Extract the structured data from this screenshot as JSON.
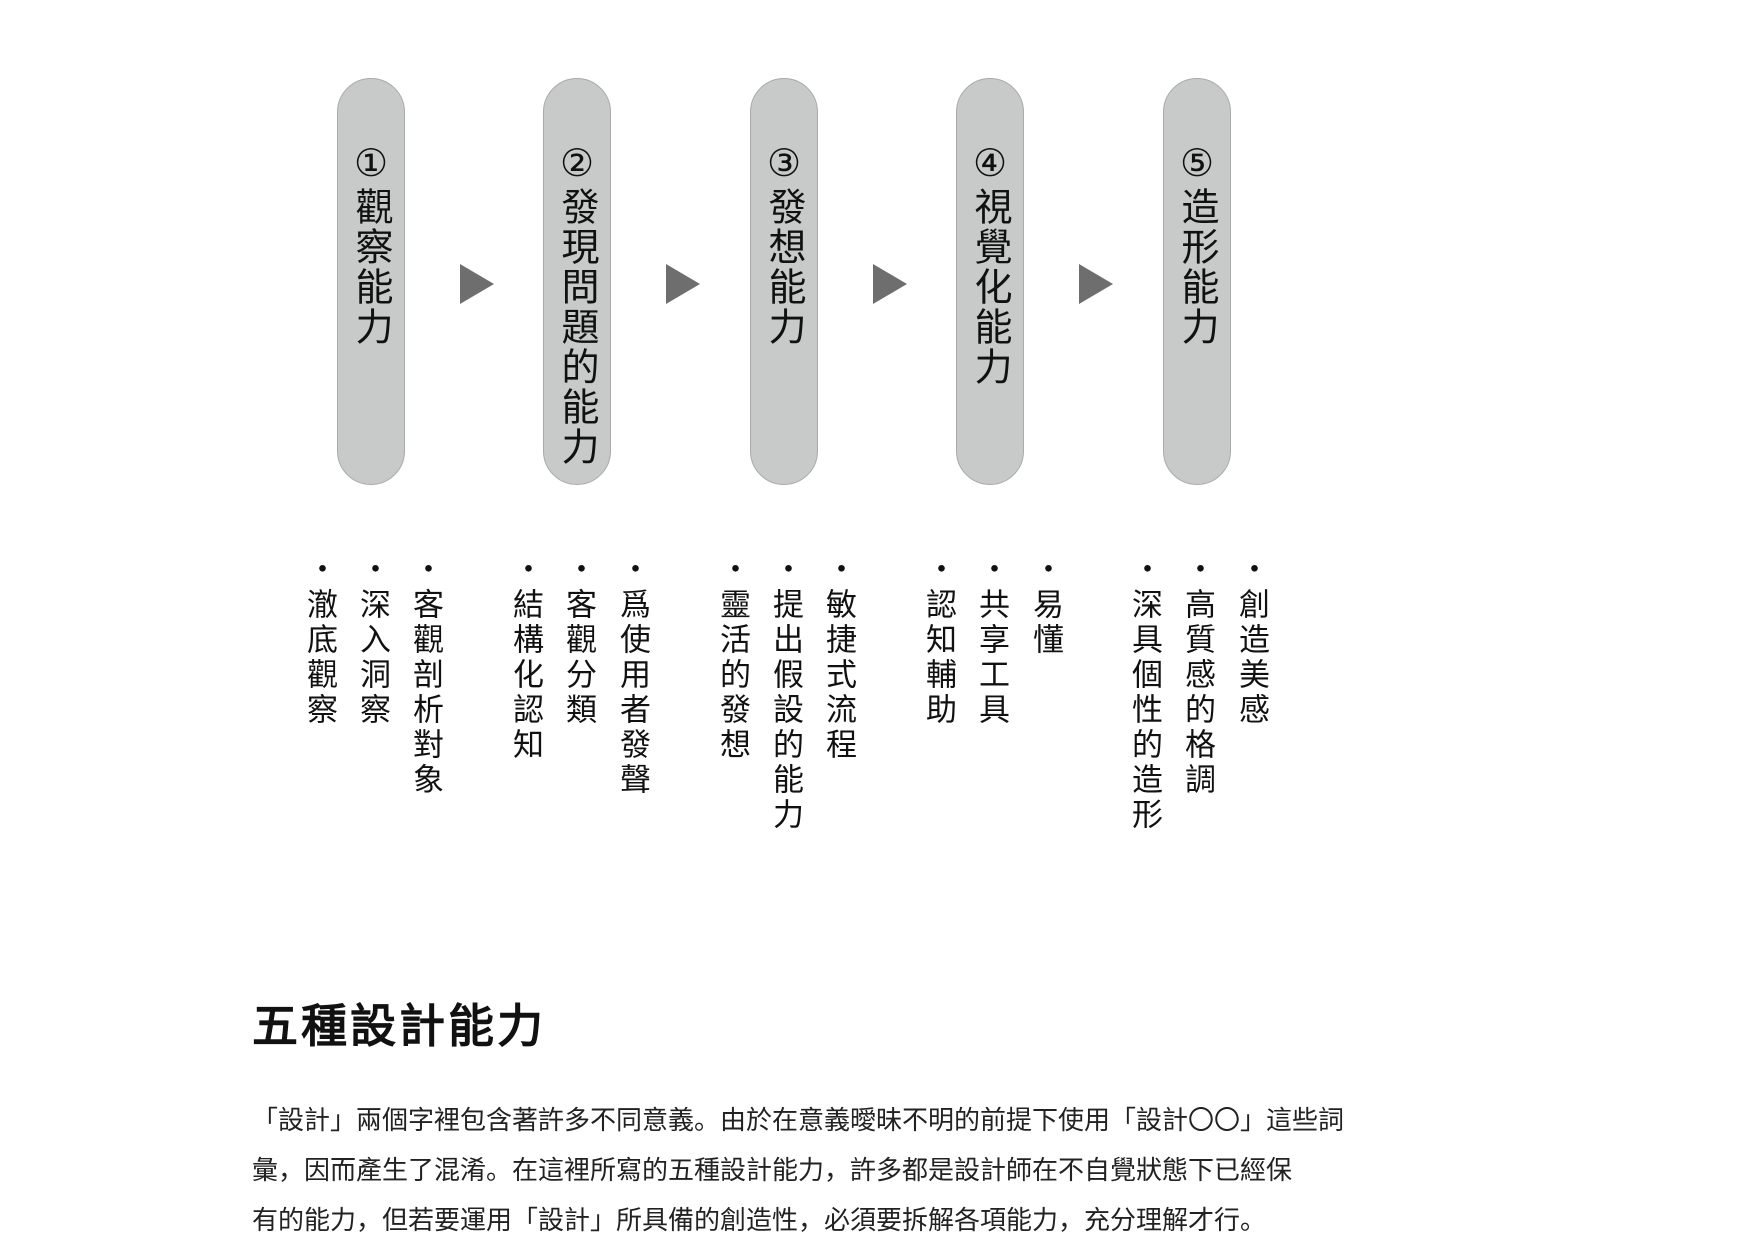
{
  "diagram": {
    "steps": [
      {
        "number": "①",
        "label": "觀察能力"
      },
      {
        "number": "②",
        "label": "發現問題的能力"
      },
      {
        "number": "③",
        "label": "發想能力"
      },
      {
        "number": "④",
        "label": "視覺化能力"
      },
      {
        "number": "⑤",
        "label": "造形能力"
      }
    ],
    "arrow_color": "#6e6e6e",
    "pill_color": "#c8c9c9",
    "bullet_marker": "・",
    "details": [
      {
        "items": [
          "客觀剖析對象",
          "深入洞察",
          "澈底觀察"
        ]
      },
      {
        "items": [
          "爲使用者發聲",
          "客觀分類",
          "結構化認知"
        ]
      },
      {
        "items": [
          "敏捷式流程",
          "提出假設的能力",
          "靈活的發想"
        ]
      },
      {
        "items": [
          "易懂",
          "共享工具",
          "認知輔助"
        ]
      },
      {
        "items": [
          "創造美感",
          "高質感的格調",
          "深具個性的造形"
        ]
      }
    ]
  },
  "section": {
    "title": "五種設計能力",
    "paragraph_lines": [
      "「設計」兩個字裡包含著許多不同意義。由於在意義曖昧不明的前提下使用「設計〇〇」這些詞",
      "彙，因而產生了混淆。在這裡所寫的五種設計能力，許多都是設計師在不自覺狀態下已經保",
      "有的能力，但若要運用「設計」所具備的創造性，必須要拆解各項能力，充分理解才行。"
    ]
  }
}
